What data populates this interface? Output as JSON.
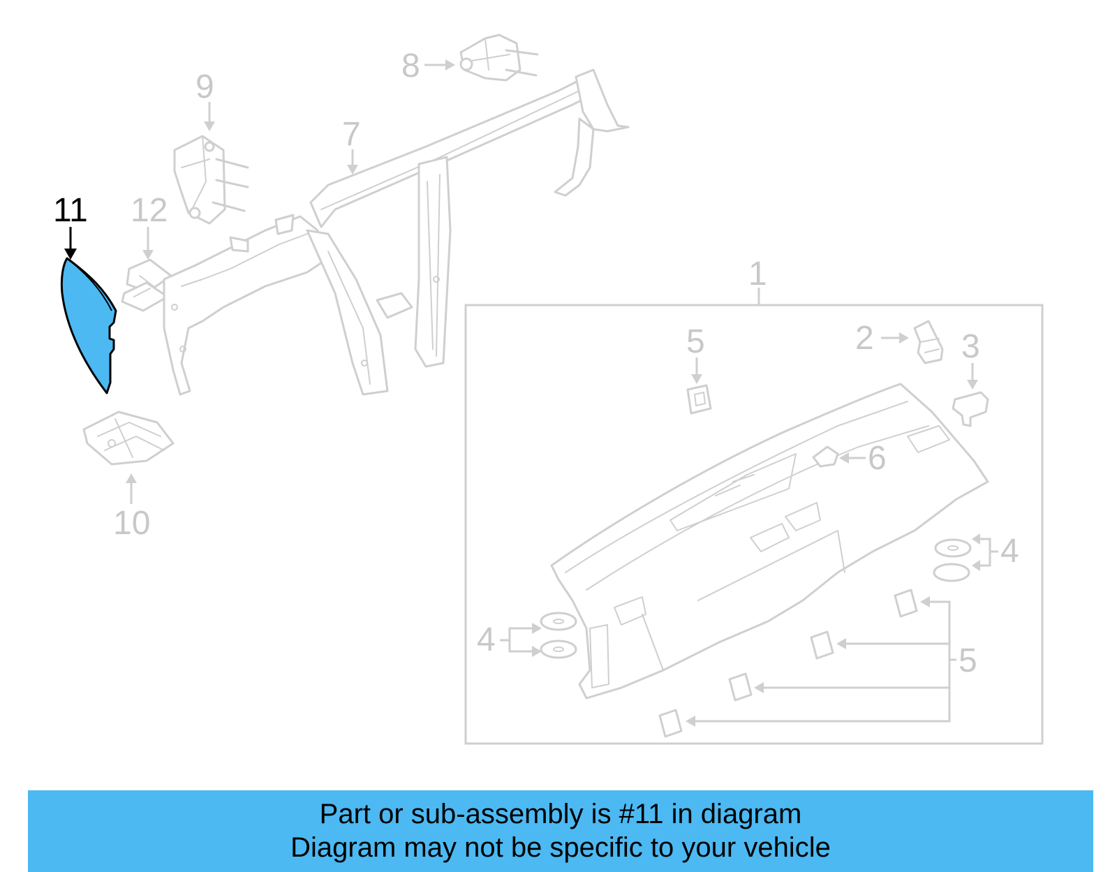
{
  "diagram": {
    "highlight_color": "#4cb9f2",
    "line_color": "#cfcfcf",
    "callouts": {
      "c1": "1",
      "c2": "2",
      "c3": "3",
      "c4a": "4",
      "c4b": "4",
      "c5a": "5",
      "c5b": "5",
      "c6": "6",
      "c7": "7",
      "c8": "8",
      "c9": "9",
      "c10": "10",
      "c11": "11",
      "c12": "12"
    }
  },
  "banner": {
    "line1": "Part or sub-assembly is #11 in diagram",
    "line2": "Diagram may not be specific to your vehicle"
  }
}
